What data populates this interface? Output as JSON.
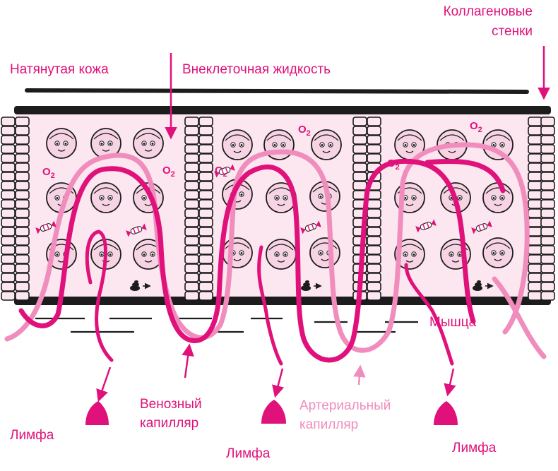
{
  "labels": {
    "taut_skin": "Натянутая кожа",
    "extracellular_fluid": "Внеклеточная жидкость",
    "collagen_walls_line1": "Коллагеновые",
    "collagen_walls_line2": "стенки",
    "muscle": "Мышца",
    "venous_capillary_line1": "Венозный",
    "venous_capillary_line2": "капилляр",
    "arterial_capillary_line1": "Артериальный",
    "arterial_capillary_line2": "капилляр",
    "lymph_left": "Лимфа",
    "lymph_middle": "Лимфа",
    "lymph_right": "Лимфа"
  },
  "oxygen_label": "O2",
  "colors": {
    "magenta": "#e0117a",
    "light_pink": "#f08dbd",
    "tissue_bg": "#fce6ef",
    "cell_fill": "#f7d4e4",
    "black": "#1c1c1c"
  },
  "icons": {
    "cell": "smiling-cell-icon",
    "nutrient": "candy-icon",
    "waste": "waste-icon",
    "lymph_outlet": "lymph-outlet-icon"
  }
}
